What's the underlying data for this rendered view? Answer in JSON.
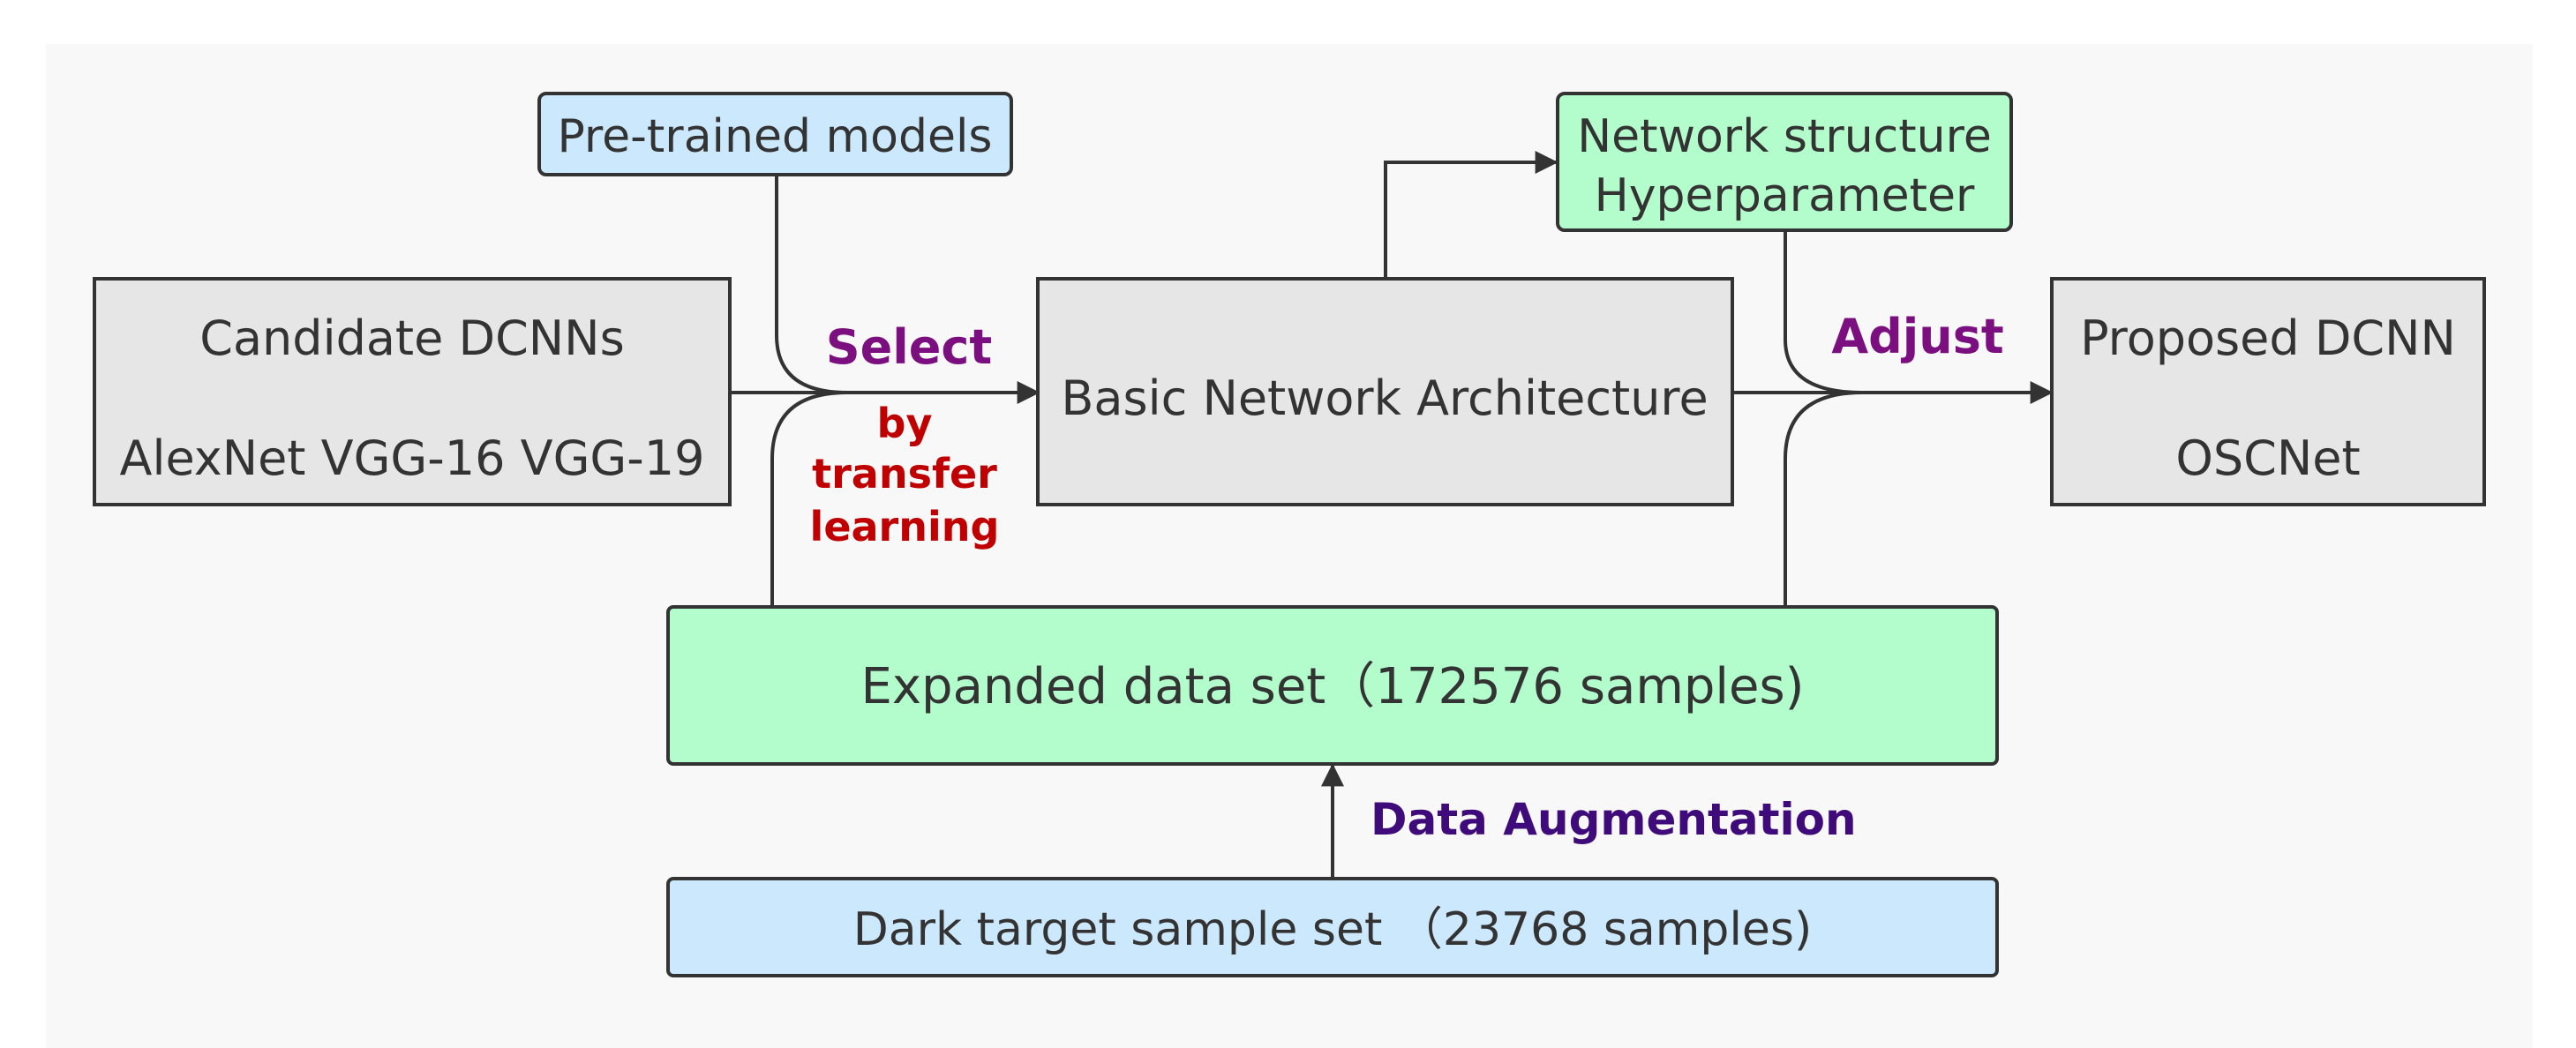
{
  "nodes": {
    "pretrained": {
      "text": "Pre-trained models"
    },
    "candidates": {
      "line1": "Candidate DCNNs",
      "line2": "AlexNet VGG-16 VGG-19"
    },
    "basic": {
      "text": "Basic Network Architecture"
    },
    "netstruct": {
      "line1": "Network structure",
      "line2": "Hyperparameter"
    },
    "proposed": {
      "line1": "Proposed DCNN",
      "line2": "OSCNet"
    },
    "expanded": {
      "text": "Expanded data set（172576 samples)"
    },
    "dark": {
      "text": "Dark target sample set （23768 samples)"
    }
  },
  "labels": {
    "select": "Select",
    "transfer_line1": "by",
    "transfer_line2": "transfer",
    "transfer_line3": "learning",
    "adjust": "Adjust",
    "augmentation": "Data Augmentation"
  },
  "colors": {
    "background": "#f8f8f8",
    "blue_fill": "#cce8fd",
    "green_fill": "#b3fdcc",
    "gray_fill": "#e6e6e6",
    "stroke": "#333333",
    "purple_label": "#7b0f7f",
    "red_label": "#c00000",
    "indigo_label": "#3f0b7a"
  }
}
